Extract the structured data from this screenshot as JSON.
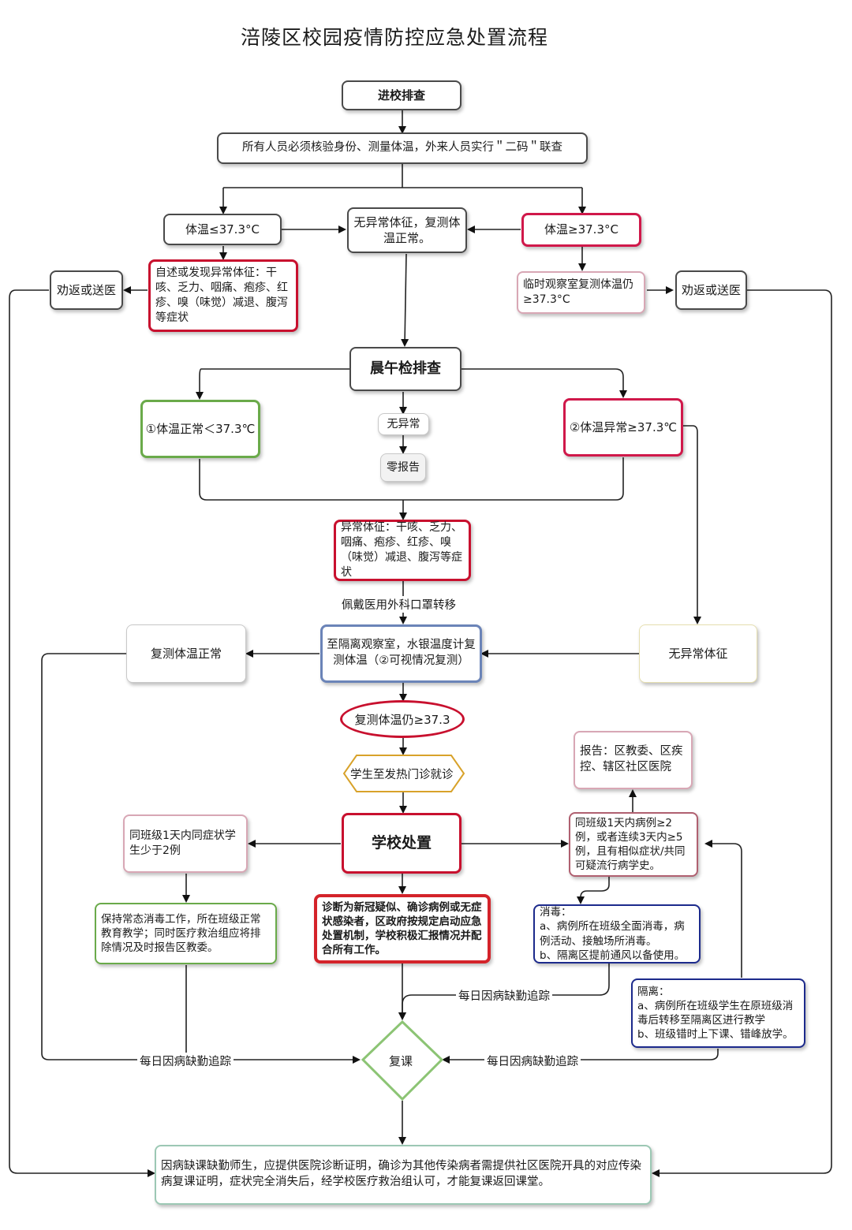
{
  "title": "涪陵区校园疫情防控应急处置流程",
  "nodes": {
    "entry_check": "进校排查",
    "verify_all": "所有人员必须核验身份、测量体温，外来人员实行＂二码＂联查",
    "temp_low": "体温≤37.3°C",
    "no_abnormal_recheck": "无异常体征，复测体温正常。",
    "temp_high": "体温≥37.3°C",
    "persuade_left": "劝返或送医",
    "self_report_symptoms": "自述或发现异常体征：干咳、乏力、咽痛、疱疹、红疹、嗅（味觉）减退、腹泻等症状",
    "temp_obs_room": "临时观察室复测体温仍≥37.3°C",
    "persuade_right": "劝返或送医",
    "morning_noon_check": "晨午检排查",
    "temp_normal": "①体温正常＜37.3℃",
    "no_abnormal": "无异常",
    "zero_report": "零报告",
    "temp_abnormal": "②体温异常≥37.3℃",
    "abnormal_symptoms": "异常体征：干咳、乏力、咽痛、疱疹、红疹、嗅（味觉）减退、腹泻等症状",
    "mask_transfer": "佩戴医用外科口罩转移",
    "recheck_normal": "复测体温正常",
    "isolation_room": "至隔离观察室，水银温度计复测体温（②可视情况复测）",
    "no_symptoms": "无异常体征",
    "recheck_still_high": "复测体温仍≥37.3",
    "fever_clinic": "学生至发热门诊就诊",
    "report_to": "报告：区教委、区疾控、辖区社区医院",
    "same_class_few": "同班级1天内同症状学生少于2例",
    "school_handling": "学校处置",
    "same_class_many": "同班级1天内病例≥2例，或者连续3天内≥5例，且有相似症状/共同可疑流行病学史。",
    "routine_disinfect": "保持常态消毒工作，所在班级正常教育教学；同时医疗救治组应将排除情况及时报告区教委。",
    "diagnosis_emergency": "诊断为新冠疑似、确诊病例或无症状感染者，区政府按规定启动应急处置机制，学校积极汇报情况并配合所有工作。",
    "disinfect_title": "消毒：",
    "disinfect_a": "a、病例所在班级全面消毒，病例活动、接触场所消毒。",
    "disinfect_b": "b、隔离区提前通风以备使用。",
    "isolation_title": "隔离：",
    "isolation_a": "a、病例所在班级学生在原班级消毒后转移至隔离区进行教学",
    "isolation_b": "b、班级错时上下课、错峰放学。",
    "track_1": "每日因病缺勤追踪",
    "track_2": "每日因病缺勤追踪",
    "track_3": "每日因病缺勤追踪",
    "resume_class": "复课",
    "final_note": "因病缺课缺勤师生，应提供医院诊断证明，确诊为其他传染病者需提供社区医院开具的对应传染病复课证明，症状完全消失后，经学校医疗救治组认可，才能复课返回课堂。"
  },
  "colors": {
    "red": "#c8102e",
    "green": "#6aaa4a",
    "blue": "#6b84b8",
    "navy": "#1c2a8c"
  }
}
